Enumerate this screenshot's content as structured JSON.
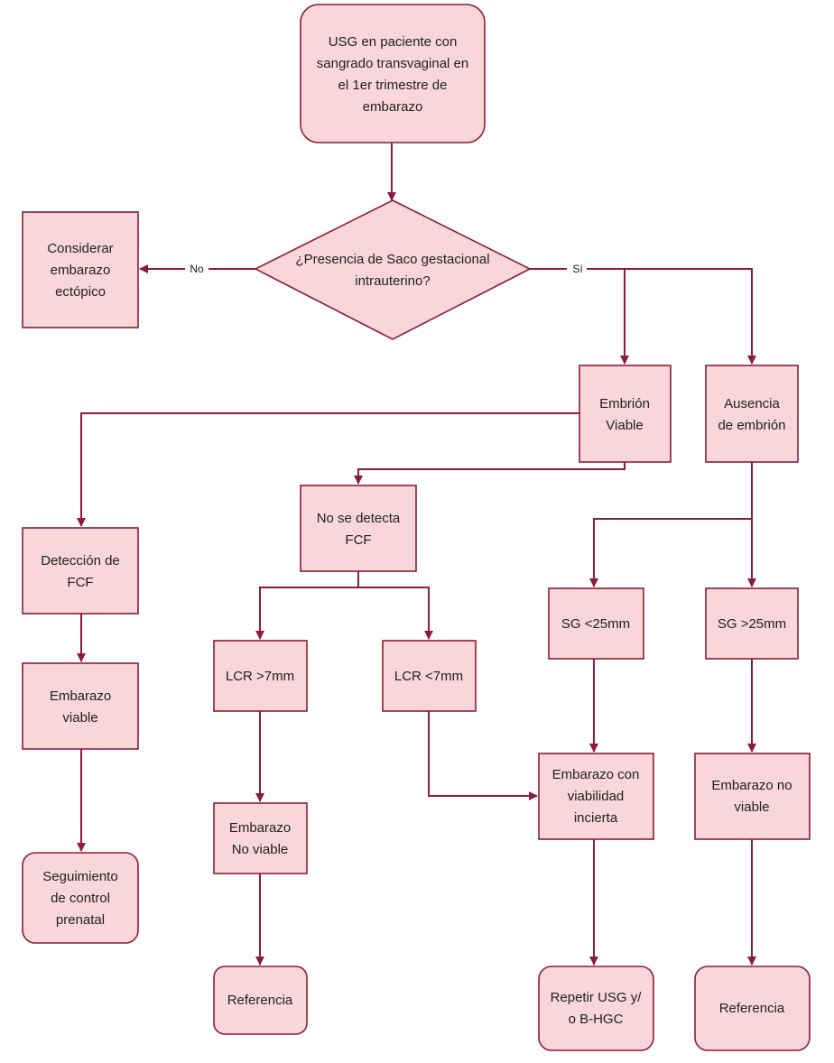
{
  "diagram": {
    "colors": {
      "node_fill": "#f8d6d9",
      "node_stroke": "#8b1c3a",
      "edge": "#8b1c3a",
      "text": "#222222"
    },
    "nodes": {
      "start": [
        "USG en paciente con",
        "sangrado transvaginal en",
        "el 1er trimestre de",
        "embarazo"
      ],
      "decision": [
        "¿Presencia de Saco gestacional",
        "intrauterino?"
      ],
      "ectopic": [
        "Considerar",
        "embarazo",
        "ectópico"
      ],
      "viable_embryo": [
        "Embrión",
        "Viable"
      ],
      "no_embryo": [
        "Ausencia",
        "de embrión"
      ],
      "no_fcf": [
        "No se detecta",
        "FCF"
      ],
      "fcf": [
        "Detección de",
        "FCF"
      ],
      "sg_lt": [
        "SG <25mm"
      ],
      "sg_gt": [
        "SG >25mm"
      ],
      "lcr_gt": [
        "LCR >7mm"
      ],
      "lcr_lt": [
        "LCR <7mm"
      ],
      "viable_preg": [
        "Embarazo",
        "viable"
      ],
      "uncertain": [
        "Embarazo con",
        "viabilidad",
        "incierta"
      ],
      "nonviable_left": [
        "Embarazo",
        "No viable"
      ],
      "nonviable_right": [
        "Embarazo no",
        "viable"
      ],
      "followup": [
        "Seguimiento",
        "de control",
        "prenatal"
      ],
      "ref_left": [
        "Referencia"
      ],
      "repeat": [
        "Repetir USG y/",
        "o B-HGC"
      ],
      "ref_right": [
        "Referencia"
      ]
    },
    "edge_labels": {
      "no": "No",
      "yes": "Sí"
    }
  }
}
